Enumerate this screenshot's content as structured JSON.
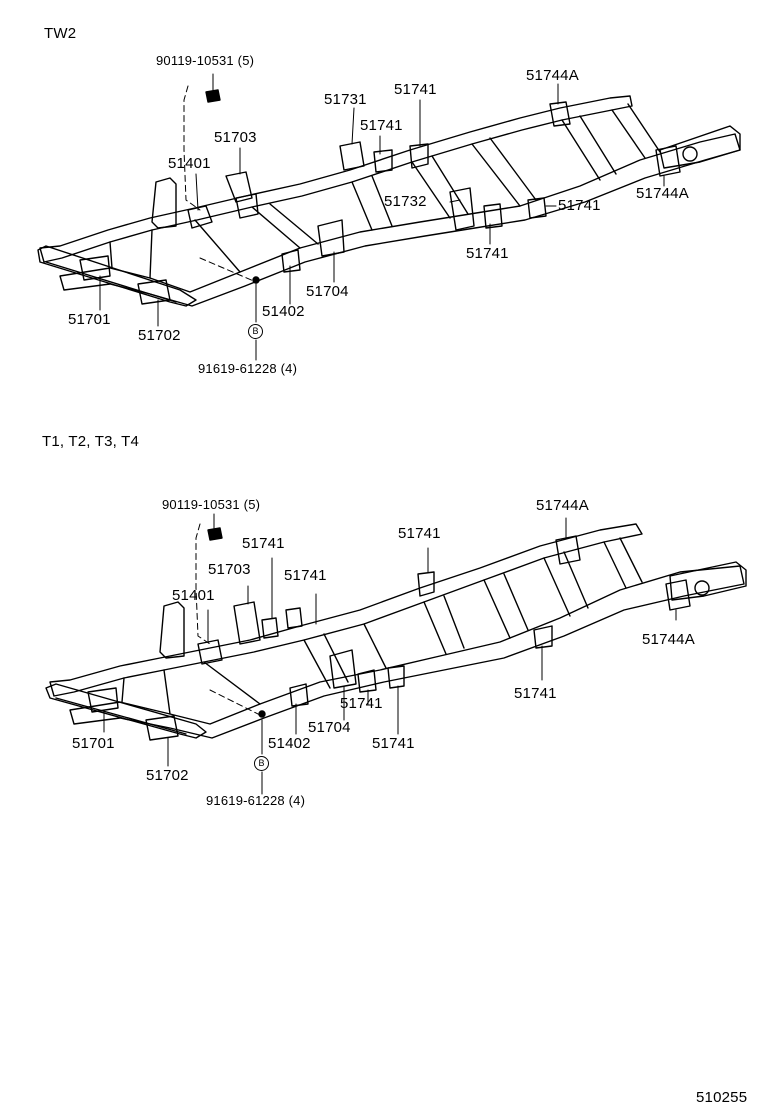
{
  "diagrams": [
    {
      "variant_label": "TW2",
      "bolt_label": "90119-10531 (5)",
      "clip_label": "91619-61228 (4)",
      "clip_marker": "B",
      "parts": [
        "51731",
        "51741",
        "51744A",
        "51703",
        "51741",
        "51401",
        "51744A",
        "51732",
        "51741",
        "51741",
        "51704",
        "51402",
        "51701",
        "51702"
      ]
    },
    {
      "variant_label": "T1, T2, T3, T4",
      "bolt_label": "90119-10531 (5)",
      "clip_label": "91619-61228 (4)",
      "clip_marker": "B",
      "parts": [
        "51744A",
        "51741",
        "51741",
        "51703",
        "51741",
        "51401",
        "51744A",
        "51741",
        "51741",
        "51704",
        "51402",
        "51741",
        "51701",
        "51702"
      ]
    }
  ],
  "drawing_number": "510255"
}
